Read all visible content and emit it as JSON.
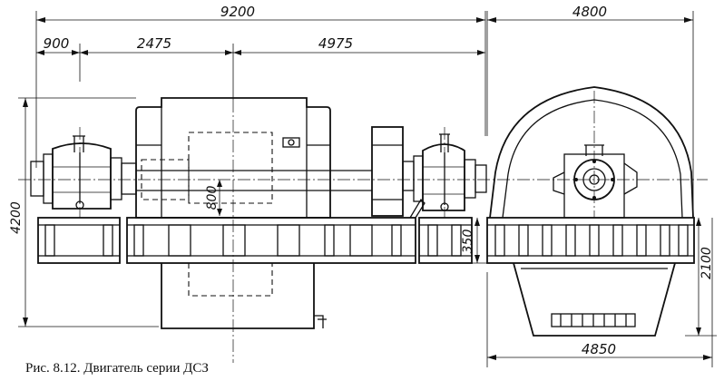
{
  "dimensions": {
    "overall_length": "9200",
    "left_offset": "900",
    "span_middle": "2475",
    "span_right": "4975",
    "drum_width_top": "4800",
    "drum_width_bottom": "4850",
    "overall_height": "4200",
    "shaft_height": "800",
    "frame_height": "350",
    "drum_height": "2100"
  },
  "caption": "Рис. 8.12. Двигатель серии ДСЗ",
  "colors": {
    "ink": "#111111",
    "paper": "#ffffff"
  }
}
